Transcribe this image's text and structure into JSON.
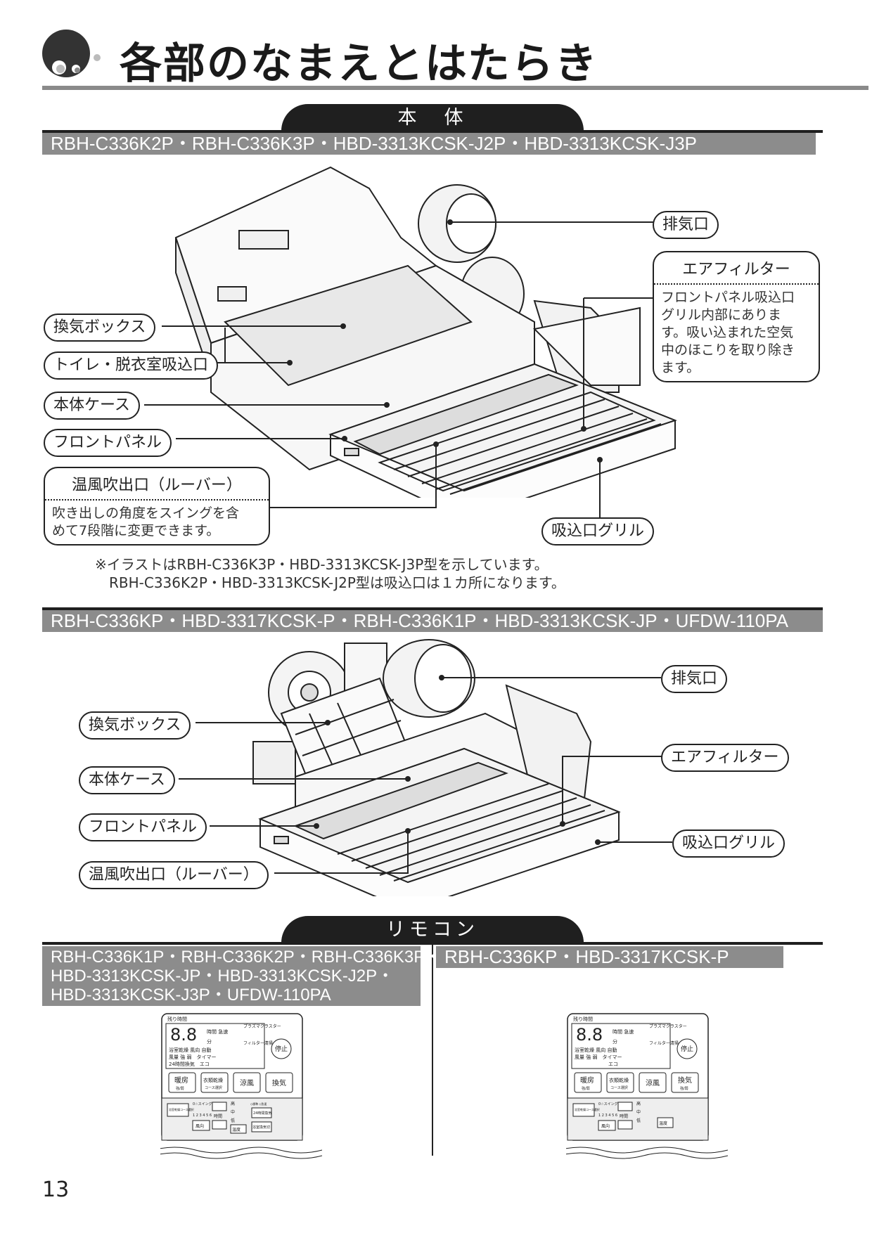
{
  "page": {
    "title": "各部のなまえとはたらき",
    "number": "13"
  },
  "sections": {
    "main_unit": {
      "tab_label": "本　体"
    },
    "remote": {
      "tab_label": "リモコン"
    }
  },
  "unit1": {
    "models": "RBH-C336K2P・RBH-C336K3P・HBD-3313KCSK-J2P・HBD-3313KCSK-J3P",
    "labels": {
      "exhaust": "排気口",
      "air_filter": "エアフィルター",
      "air_filter_desc": "フロントパネル吸込口\nグリル内部にありま\nす。吸い込まれた空気\n中のほこりを取り除き\nます。",
      "vent_box": "換気ボックス",
      "toilet_intake": "トイレ・脱衣室吸込口",
      "case": "本体ケース",
      "front_panel": "フロントパネル",
      "louver": "温風吹出口（ルーバー）",
      "louver_desc": "吹き出しの角度をスイングを含\nめて7段階に変更できます。",
      "intake_grill": "吸込口グリル"
    },
    "note": "※イラストはRBH-C336K3P・HBD-3313KCSK-J3P型を示しています。\n　RBH-C336K2P・HBD-3313KCSK-J2P型は吸込口は１カ所になります。"
  },
  "unit2": {
    "models": "RBH-C336KP・HBD-3317KCSK-P・RBH-C336K1P・HBD-3313KCSK-JP・UFDW-110PA",
    "labels": {
      "exhaust": "排気口",
      "vent_box": "換気ボックス",
      "air_filter": "エアフィルター",
      "case": "本体ケース",
      "front_panel": "フロントパネル",
      "intake_grill": "吸込口グリル",
      "louver": "温風吹出口（ルーバー）"
    }
  },
  "remotes": {
    "left_models": [
      "RBH-C336K1P・RBH-C336K2P・RBH-C336K3P・",
      "HBD-3313KCSK-JP・HBD-3313KCSK-J2P・",
      "HBD-3313KCSK-J3P・UFDW-110PA"
    ],
    "right_models": "RBH-C336KP・HBD-3317KCSK-P",
    "left": {
      "remaining_time": "残り時間",
      "plasma": "プラズマクラスター",
      "digits": "8.8",
      "row1": "時間 急速",
      "row2": "分",
      "row3": "浴室乾燥 風向 自動",
      "row4": "風量 強 弱　タイマー",
      "row5": "24時間換気　エコ",
      "filter": "フィルター清掃",
      "stop": "停止",
      "btn_heat": "暖房",
      "btn_heat_sub": "強/弱",
      "btn_dry": "衣類乾燥",
      "btn_dry_sub": "コース選択",
      "btn_cool": "涼風",
      "btn_vent": "換気",
      "btn_vent_sub": "",
      "lower_left": "浴室乾燥コース選択",
      "swing": "0☆スイング",
      "swing_nums": "1 2 3 4 5 6",
      "time": "時間",
      "wind_dir": "風向",
      "levels": [
        "高",
        "中",
        "低"
      ],
      "economy": "24時間換気",
      "economy_top": "◇標準 ◇急速",
      "auto": "浴室換気切",
      "bottom_a": "温度",
      "bottom_b": "浴室換気切"
    },
    "right": {
      "remaining_time": "残り時間",
      "plasma": "プラズマクラスター",
      "digits": "8.8",
      "row1": "時間 急速",
      "row2": "分",
      "row3": "浴室乾燥 風向 自動",
      "row4": "風量 強 弱　タイマー",
      "row5": "エコ",
      "filter": "フィルター清掃",
      "stop": "停止",
      "btn_heat": "暖房",
      "btn_heat_sub": "強/弱",
      "btn_dry": "衣類乾燥",
      "btn_dry_sub": "コース選択",
      "btn_cool": "涼風",
      "btn_vent": "換気",
      "btn_vent_sub": "強/弱",
      "lower_left": "浴室乾燥コース選択",
      "swing": "0☆スイング",
      "swing_nums": "1 2 3 4 5 6",
      "time": "時間",
      "wind_dir": "風向",
      "levels": [
        "高",
        "中",
        "低"
      ],
      "bottom_a": "温度"
    }
  }
}
